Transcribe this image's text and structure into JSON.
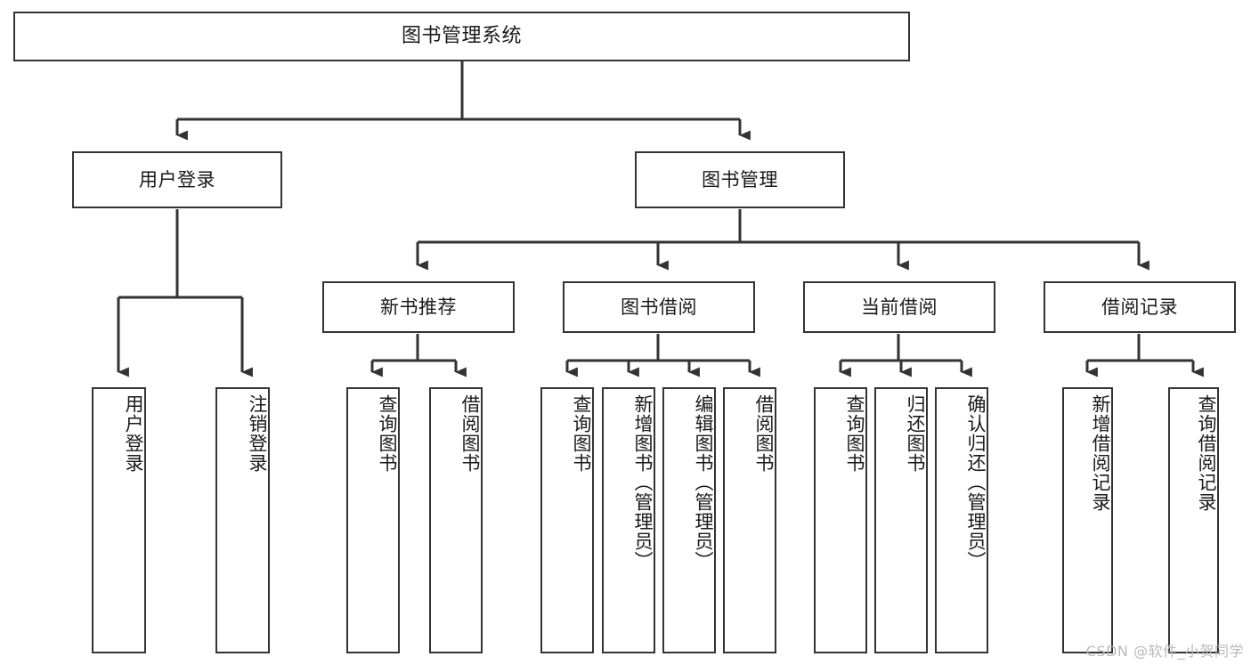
{
  "diagram": {
    "title": "图书管理系统",
    "type": "tree",
    "orientation": "top-down",
    "stroke_color": "#333333",
    "text_color": "#1a1a1a",
    "background_color": "#ffffff",
    "watermark": "CSDN @软件_小贺同学"
  },
  "nodes": {
    "root": {
      "label": "图书管理系统",
      "level": 0
    },
    "level1": [
      {
        "id": "user-login",
        "label": "用户登录",
        "level": 1
      },
      {
        "id": "book-manage",
        "label": "图书管理",
        "level": 1
      }
    ],
    "level2": [
      {
        "id": "new-book-recommend",
        "label": "新书推荐",
        "level": 2,
        "parent": "book-manage"
      },
      {
        "id": "book-borrow",
        "label": "图书借阅",
        "level": 2,
        "parent": "book-manage"
      },
      {
        "id": "current-borrow",
        "label": "当前借阅",
        "level": 2,
        "parent": "book-manage"
      },
      {
        "id": "borrow-record",
        "label": "借阅记录",
        "level": 2,
        "parent": "book-manage"
      }
    ],
    "leaves": [
      {
        "id": "leaf-user-login",
        "label": "用户登录",
        "parent": "user-login"
      },
      {
        "id": "leaf-logout-login",
        "label": "注销登录",
        "parent": "user-login"
      },
      {
        "id": "leaf-query-book-1",
        "label": "查询图书",
        "parent": "new-book-recommend"
      },
      {
        "id": "leaf-borrow-book-1",
        "label": "借阅图书",
        "parent": "new-book-recommend"
      },
      {
        "id": "leaf-query-book-2",
        "label": "查询图书",
        "parent": "book-borrow"
      },
      {
        "id": "leaf-add-book",
        "label": "新增图书（管理员）",
        "parent": "book-borrow"
      },
      {
        "id": "leaf-edit-book",
        "label": "编辑图书（管理员）",
        "parent": "book-borrow"
      },
      {
        "id": "leaf-borrow-book-2",
        "label": "借阅图书",
        "parent": "book-borrow"
      },
      {
        "id": "leaf-query-book-3",
        "label": "查询图书",
        "parent": "current-borrow"
      },
      {
        "id": "leaf-return-book",
        "label": "归还图书",
        "parent": "current-borrow"
      },
      {
        "id": "leaf-confirm-return",
        "label": "确认归还（管理员）",
        "parent": "current-borrow"
      },
      {
        "id": "leaf-add-record",
        "label": "新增借阅记录",
        "parent": "borrow-record"
      },
      {
        "id": "leaf-query-record",
        "label": "查询借阅记录",
        "parent": "borrow-record"
      }
    ]
  }
}
